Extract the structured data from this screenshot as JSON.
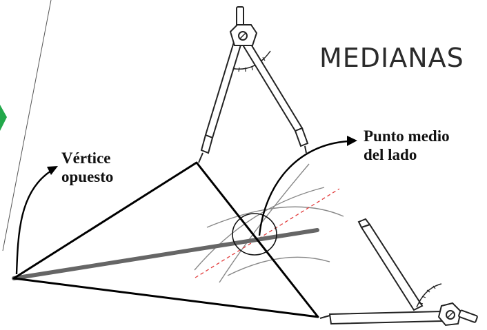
{
  "title": "MEDIANAS",
  "labels": {
    "vertex": {
      "line1": "Vértice",
      "line2": "opuesto"
    },
    "midpoint": {
      "line1": "Punto medio",
      "line2": "del lado"
    }
  },
  "colors": {
    "accent_green": "#22a84a",
    "median_line": "#666666",
    "perpendicular_bisector": "#e23b3b",
    "triangle": "#000000"
  },
  "icons": [
    "compass-icon",
    "protractor-icon",
    "arrow-icon"
  ]
}
